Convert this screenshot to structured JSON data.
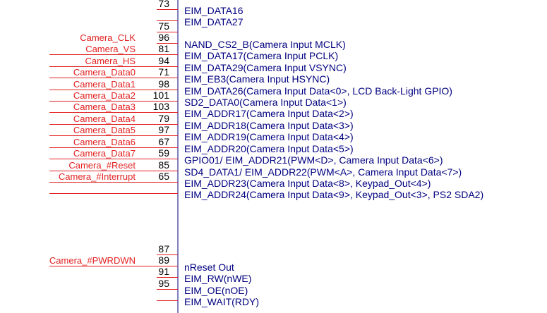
{
  "colors": {
    "net_label": "#e32020",
    "pin_number": "#000000",
    "pin_function": "#000080",
    "component_body": "#000080",
    "wire": "#e32020"
  },
  "rows": [
    {
      "pin": "73",
      "function": "EIM_DATA16",
      "net": "",
      "wired": false
    },
    {
      "pin": "",
      "function": "EIM_DATA27",
      "net": "",
      "wired": false
    },
    {
      "pin": "75",
      "function": "",
      "net": "",
      "wired": false
    },
    {
      "pin": "96",
      "function": "NAND_CS2_B(Camera Input MCLK)",
      "net": "Camera_CLK",
      "wired": false
    },
    {
      "pin": "81",
      "function": "EIM_DATA17(Camera Input PCLK)",
      "net": "Camera_VS",
      "wired": true
    },
    {
      "pin": "94",
      "function": "EIM_DATA29(Camera Input VSYNC)",
      "net": "Camera_HS",
      "wired": true
    },
    {
      "pin": "71",
      "function": "EIM_EB3(Camera Input HSYNC)",
      "net": "Camera_Data0",
      "wired": true
    },
    {
      "pin": "98",
      "function": "EIM_DATA26(Camera Input Data<0>, LCD Back-Light GPIO)",
      "net": "Camera_Data1",
      "wired": true
    },
    {
      "pin": "101",
      "function": "SD2_DATA0(Camera Input Data<1>)",
      "net": "Camera_Data2",
      "wired": true
    },
    {
      "pin": "103",
      "function": "EIM_ADDR17(Camera Input Data<2>)",
      "net": "Camera_Data3",
      "wired": true
    },
    {
      "pin": "79",
      "function": "EIM_ADDR18(Camera Input Data<3>)",
      "net": "Camera_Data4",
      "wired": true
    },
    {
      "pin": "97",
      "function": "EIM_ADDR19(Camera Input Data<4>)",
      "net": "Camera_Data5",
      "wired": true
    },
    {
      "pin": "67",
      "function": "EIM_ADDR20(Camera Input Data<5>)",
      "net": "Camera_Data6",
      "wired": true
    },
    {
      "pin": "59",
      "function": "GPIO01/ EIM_ADDR21(PWM<D>, Camera Input Data<6>)",
      "net": "Camera_Data7",
      "wired": true
    },
    {
      "pin": "85",
      "function": "SD4_DATA1/ EIM_ADDR22(PWM<A>, Camera Input Data<7>)",
      "net": "Camera_#Reset",
      "wired": true
    },
    {
      "pin": "65",
      "function": "EIM_ADDR23(Camera Input Data<8>, Keypad_Out<4>)",
      "net": "Camera_#Interrupt",
      "wired": true
    },
    {
      "pin": "",
      "function": "EIM_ADDR24(Camera Input Data<9>, Keypad_Out<3>, PS2 SDA2)",
      "net": "",
      "wired": true
    },
    {
      "pin": "87",
      "function": "",
      "net": "",
      "wired": false
    },
    {
      "pin": "89",
      "function": "nReset Out",
      "net": "Camera_#PWRDWN",
      "wired": true
    },
    {
      "pin": "91",
      "function": "EIM_RW(nWE)",
      "net": "",
      "wired": false
    },
    {
      "pin": "95",
      "function": "EIM_OE(nOE)",
      "net": "",
      "wired": false
    },
    {
      "pin": "",
      "function": "EIM_WAIT(RDY)",
      "net": "",
      "wired": false
    }
  ]
}
